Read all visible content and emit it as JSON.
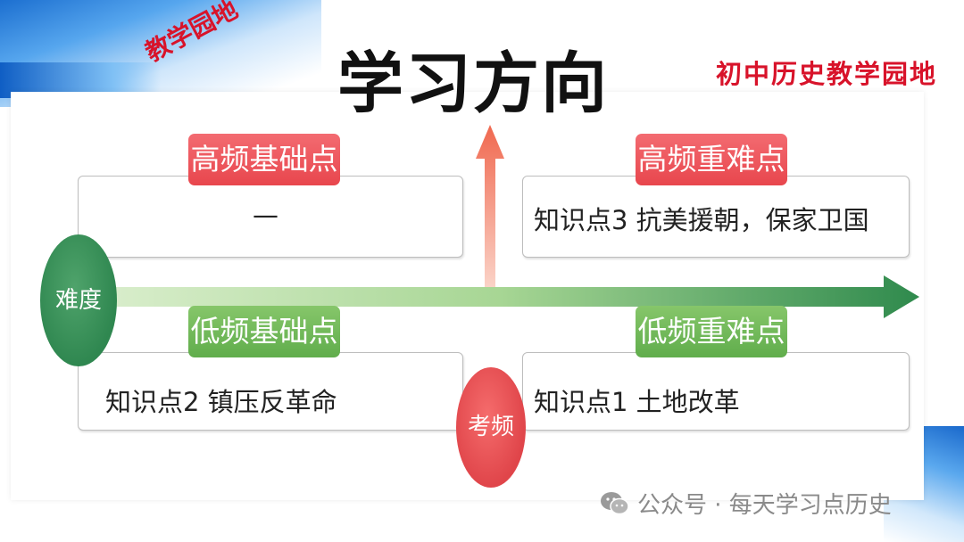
{
  "header": {
    "title": "学习方向",
    "brand_left": "教学园地",
    "brand_right": "初中历史教学园地"
  },
  "quadrants": {
    "top_left": {
      "label": "高频基础点",
      "content": "—"
    },
    "top_right": {
      "label": "高频重难点",
      "content": "知识点3  抗美援朝，保家卫国"
    },
    "bottom_left": {
      "label": "低频基础点",
      "content": "知识点2  镇压反革命"
    },
    "bottom_right": {
      "label": "低频重难点",
      "content": "知识点1  土地改革"
    }
  },
  "axes": {
    "horizontal_label": "难度",
    "vertical_label": "考频"
  },
  "watermark": {
    "text": "公众号 · 每天学习点历史",
    "icon": "wechat-icon"
  },
  "colors": {
    "high_frequency": "#e8464d",
    "low_frequency": "#60ad4c",
    "difficulty_axis": "#2f8750",
    "brand_red": "#d8132a",
    "title": "#111111"
  }
}
